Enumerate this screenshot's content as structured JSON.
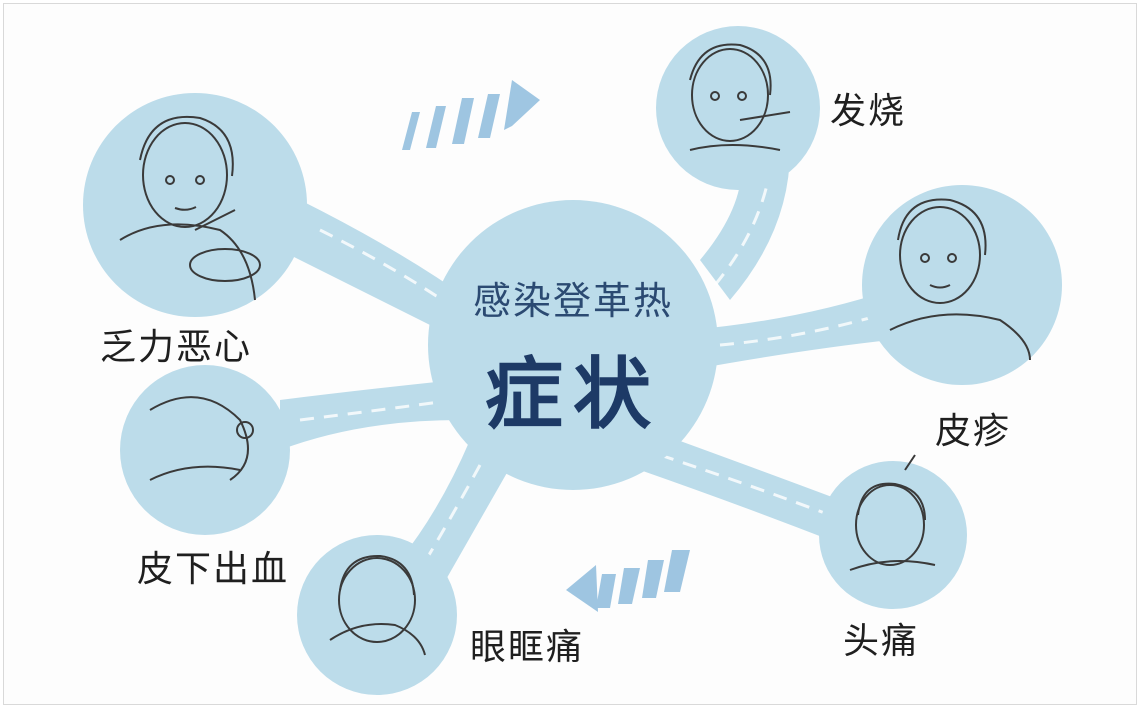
{
  "center": {
    "title": "感染登革热",
    "main": "症状"
  },
  "symptoms": [
    {
      "id": "fatigue",
      "label": "乏力恶心"
    },
    {
      "id": "fever",
      "label": "发烧"
    },
    {
      "id": "rash",
      "label": "皮疹"
    },
    {
      "id": "subcutaneous",
      "label": "皮下出血"
    },
    {
      "id": "eye",
      "label": "眼眶痛"
    },
    {
      "id": "headache",
      "label": "头痛"
    }
  ],
  "colors": {
    "bubble": "#bcdcea",
    "bubble_dark": "#9cc8de",
    "arrow": "#7fb3d8",
    "ink": "#3a3a3a"
  }
}
